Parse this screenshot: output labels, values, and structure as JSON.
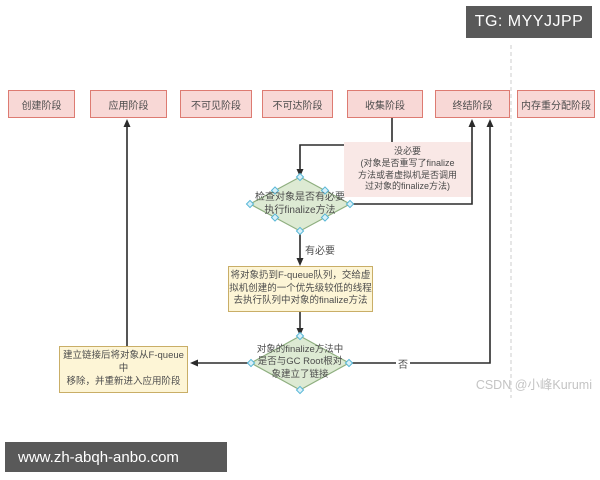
{
  "page": {
    "tg_badge": "TG: MYYJJPP",
    "watermark": "CSDN @小峰Kurumi",
    "bottom_bar_url": "www.zh-abqh-anbo.com"
  },
  "flowchart": {
    "phases": [
      {
        "label": "创建阶段"
      },
      {
        "label": "应用阶段"
      },
      {
        "label": "不可见阶段"
      },
      {
        "label": "不可达阶段"
      },
      {
        "label": "收集阶段"
      },
      {
        "label": "终结阶段"
      },
      {
        "label": "内存重分配阶段"
      }
    ],
    "decision1": {
      "text": "检查对象是否有必要\n执行finalize方法",
      "no_branch_note": "没必要\n(对象是否重写了finalize\n方法或者虚拟机是否调用\n过对象的finalize方法)",
      "yes_branch_label": "有必要"
    },
    "process1": {
      "text": "将对象扔到F-queue队列，交给虚\n拟机创建的一个优先级较低的线程\n去执行队列中对象的finalize方法"
    },
    "decision2": {
      "text": "对象的finalize方法中\n是否与GC Root根对\n象建立了链接",
      "no_branch_label": "否"
    },
    "process2": {
      "text": "建立链接后将对象从F-queue中\n移除，并重新进入应用阶段"
    }
  },
  "colors": {
    "phase_fill": "#f8d8d6",
    "phase_border": "#dd7b72",
    "process_fill": "#fdf5d6",
    "process_border": "#c9ae67",
    "decision_fill": "#ddead3",
    "decision_border": "#8faf80",
    "handle_fill": "#d9f0f8",
    "handle_border": "#56b6d6",
    "connector": "#2b2b2b",
    "bar_background": "#595959",
    "watermark_text": "#c4c4c4"
  }
}
